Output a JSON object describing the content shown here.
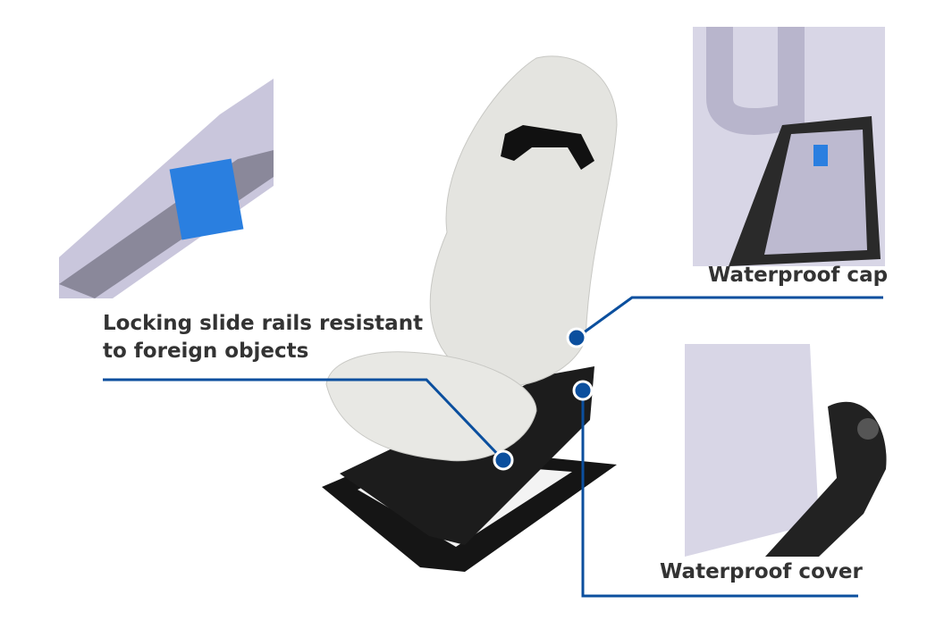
{
  "callouts": {
    "slide_rails": {
      "line1": "Locking slide rails resistant",
      "line2": "to foreign objects"
    },
    "cap": {
      "label": "Waterproof cap"
    },
    "cover": {
      "label": "Waterproof cover"
    }
  },
  "colors": {
    "callout_line": "#0b4f9e",
    "seat": "#e4e4e0",
    "frame": "#1a1a1a",
    "mechanism": "#c9c6dc",
    "accent_part": "#2a7fe0"
  }
}
